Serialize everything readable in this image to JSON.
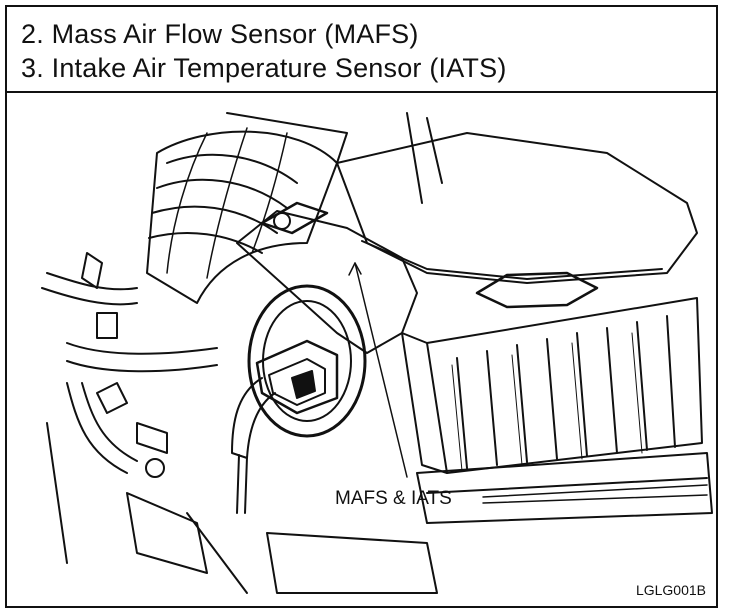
{
  "header": {
    "items": [
      {
        "label": "2.  Mass Air Flow Sensor (MAFS)"
      },
      {
        "label": "3.  Intake Air Temperature Sensor (IATS)"
      }
    ]
  },
  "figure": {
    "callout": "MAFS & IATS",
    "code": "LGLG001B"
  },
  "colors": {
    "ink": "#111111",
    "background": "#ffffff"
  }
}
